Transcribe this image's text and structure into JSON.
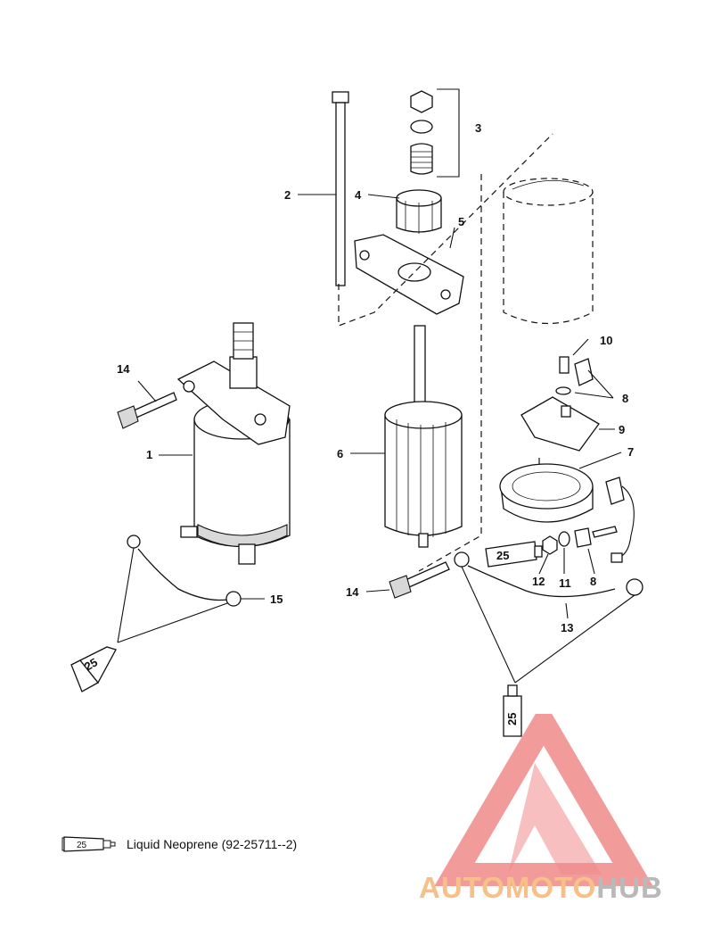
{
  "callouts": {
    "c1": "1",
    "c2": "2",
    "c3": "3",
    "c4": "4",
    "c5": "5",
    "c6": "6",
    "c7": "7",
    "c8a": "8",
    "c8b": "8",
    "c9": "9",
    "c10": "10",
    "c11": "11",
    "c12": "12",
    "c13": "13",
    "c14a": "14",
    "c14b": "14",
    "c15": "15"
  },
  "sealant_tube_label": "25",
  "legend": {
    "tube_label": "25",
    "text": "Liquid Neoprene (92-25711--2)"
  },
  "watermark": {
    "word_part1": "AUTOMOTO",
    "word_part2": "HUB",
    "colors": {
      "logo": "#f08a8a",
      "auto": "#f6c089",
      "hub": "#b9b9b9"
    }
  }
}
